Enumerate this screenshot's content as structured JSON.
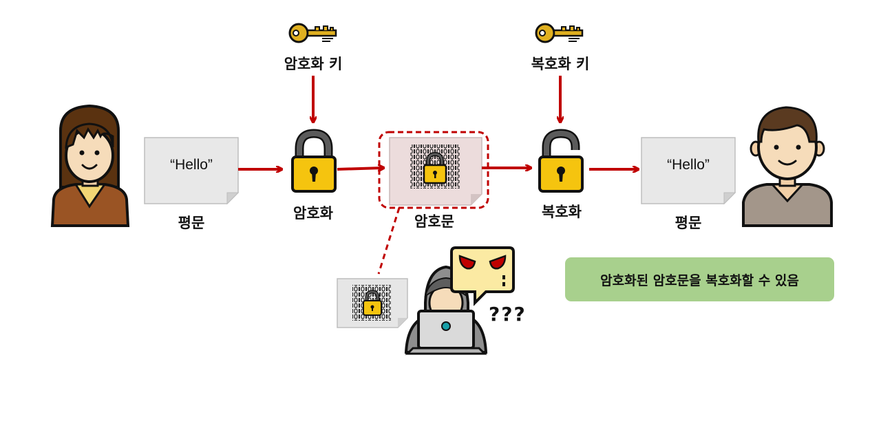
{
  "labels": {
    "encryption_key": "암호화 키",
    "decryption_key": "복호화 키",
    "plaintext_left": "평문",
    "encrypt": "암호화",
    "ciphertext": "암호문",
    "decrypt": "복호화",
    "plaintext_right": "평문"
  },
  "documents": {
    "plaintext_left": "“Hello”",
    "plaintext_right": "“Hello”"
  },
  "attacker": {
    "confusion": "???"
  },
  "note": "암호화된 암호문을 복호화할 수 있음",
  "colors": {
    "arrow": "#c00000",
    "lock_body": "#f5c40f",
    "key_gold": "#e0b020",
    "note_bg": "#a8d08d",
    "doc_bg": "#e8e8e8",
    "cipher_doc_bg": "#ecdcdc"
  }
}
